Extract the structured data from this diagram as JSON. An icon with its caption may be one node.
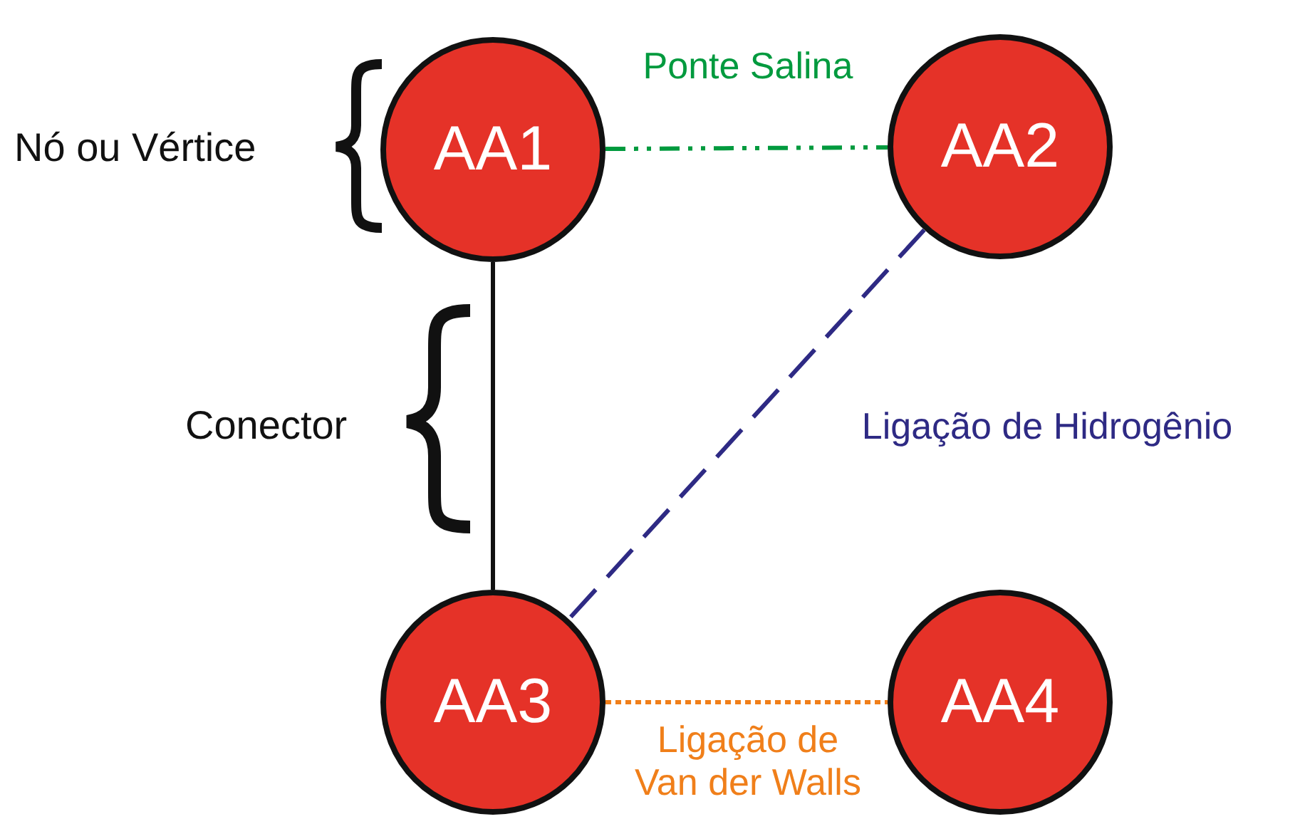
{
  "diagram": {
    "nodes": [
      {
        "text": [
          "AA1"
        ]
      },
      {
        "text": [
          "AA2"
        ]
      },
      {
        "text": [
          "AA3"
        ]
      },
      {
        "text": [
          "AA4"
        ]
      }
    ],
    "edges": [
      {
        "from": 0,
        "to": 1,
        "arrow": "none",
        "label": "Ponte Salina",
        "style": "dashed",
        "color": "#009a3e"
      },
      {
        "from": 0,
        "to": 2,
        "arrow": "none",
        "color": "#111111"
      },
      {
        "from": 1,
        "to": 2,
        "arrow": "none",
        "label": "Ligação de Hidrogênio",
        "style": "dashed",
        "color": "#2e2a84"
      },
      {
        "from": 2,
        "to": 3,
        "arrow": "none",
        "label": "Ligação de Van der Walls",
        "style": "dashed",
        "color": "#f07f1a"
      }
    ],
    "labels": [
      "Nó ou Vértice",
      "Conector"
    ]
  }
}
